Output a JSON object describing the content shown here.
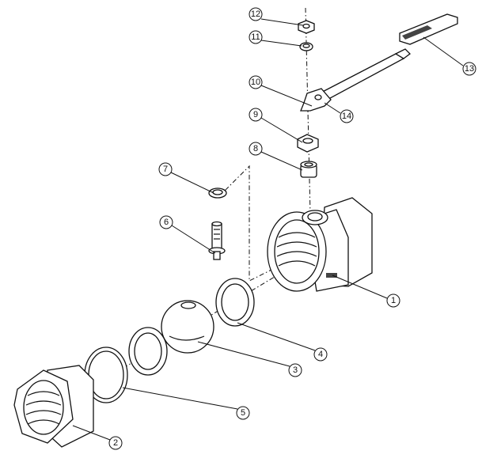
{
  "diagram": {
    "type": "exploded-assembly",
    "callouts": [
      {
        "id": "c1",
        "label": "1"
      },
      {
        "id": "c2",
        "label": "2"
      },
      {
        "id": "c3",
        "label": "3"
      },
      {
        "id": "c4",
        "label": "4"
      },
      {
        "id": "c5",
        "label": "5"
      },
      {
        "id": "c6",
        "label": "6"
      },
      {
        "id": "c7",
        "label": "7"
      },
      {
        "id": "c8",
        "label": "8"
      },
      {
        "id": "c9",
        "label": "9"
      },
      {
        "id": "c10",
        "label": "10"
      },
      {
        "id": "c11",
        "label": "11"
      },
      {
        "id": "c12",
        "label": "12"
      },
      {
        "id": "c13",
        "label": "13"
      },
      {
        "id": "c14",
        "label": "14"
      }
    ]
  }
}
